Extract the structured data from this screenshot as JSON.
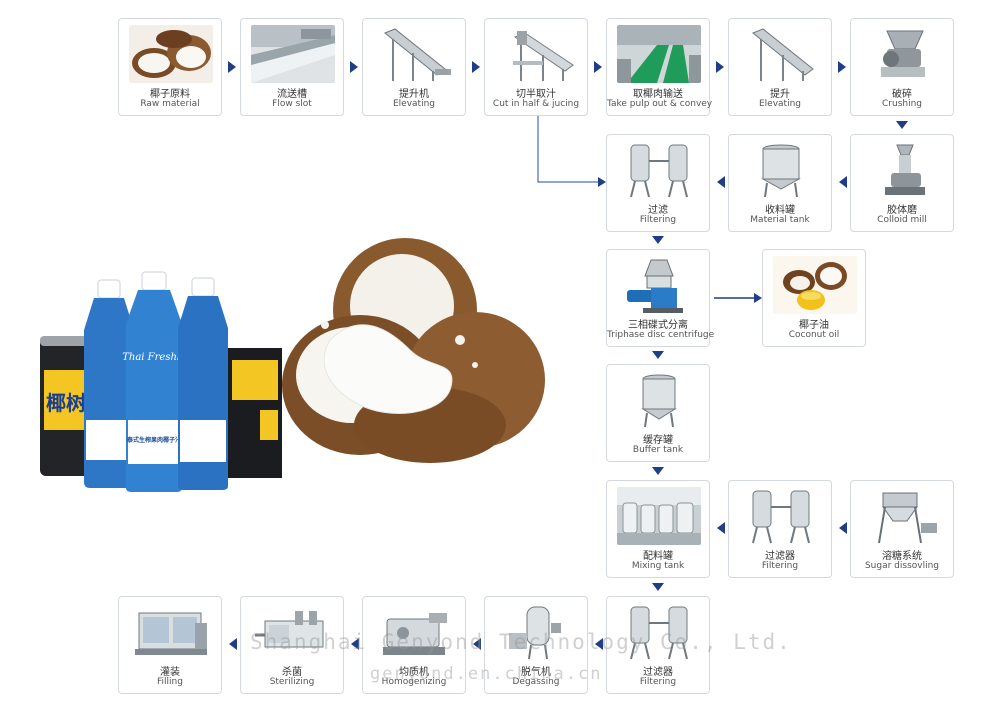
{
  "steps": {
    "raw_material": {
      "zh": "椰子原料",
      "en": "Raw material"
    },
    "flow_slot": {
      "zh": "流送槽",
      "en": "Flow slot"
    },
    "elevating1": {
      "zh": "提升机",
      "en": "Elevating"
    },
    "cut_half": {
      "zh": "切半取汁",
      "en": "Cut in half & jucing"
    },
    "take_pulp": {
      "zh": "取椰肉输送",
      "en": "Take pulp out & convey"
    },
    "elevating2": {
      "zh": "提升",
      "en": "Elevating"
    },
    "crushing": {
      "zh": "破碎",
      "en": "Crushing"
    },
    "colloid_mill": {
      "zh": "胶体磨",
      "en": "Colloid mill"
    },
    "material_tank": {
      "zh": "收料罐",
      "en": "Material tank"
    },
    "filtering1": {
      "zh": "过滤",
      "en": "Filtering"
    },
    "centrifuge": {
      "zh": "三相碟式分离",
      "en": "Triphase disc centrifuge"
    },
    "coconut_oil": {
      "zh": "椰子油",
      "en": "Coconut oil"
    },
    "buffer_tank": {
      "zh": "缓存罐",
      "en": "Buffer tank"
    },
    "mixing_tank": {
      "zh": "配料罐",
      "en": "Mixing tank"
    },
    "filtering2": {
      "zh": "过滤器",
      "en": "Filtering"
    },
    "sugar": {
      "zh": "溶糖系统",
      "en": "Sugar dissovling"
    },
    "filtering3": {
      "zh": "过滤器",
      "en": "Filtering"
    },
    "degassing": {
      "zh": "脱气机",
      "en": "Degassing"
    },
    "homogenizing": {
      "zh": "均质机",
      "en": "Homogenizing"
    },
    "sterilizing": {
      "zh": "杀菌",
      "en": "Sterilizing"
    },
    "filling": {
      "zh": "灌装",
      "en": "Filling"
    }
  },
  "product": {
    "can_brand": "椰树",
    "bottle_brand": "Thai Freshly",
    "bottle_label": "泰式生榨果肉椰子汁"
  },
  "watermark": {
    "company": "Shanghai Genyond Technology Co., Ltd.",
    "site": "genyond.en.china.cn"
  }
}
